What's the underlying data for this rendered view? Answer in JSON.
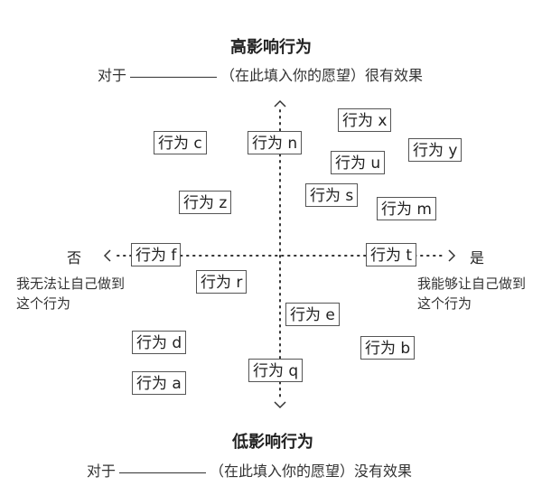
{
  "top": {
    "title": "高影响行为",
    "prefix": "对于",
    "suffix": "（在此填入你的愿望）很有效果"
  },
  "bottom": {
    "title": "低影响行为",
    "prefix": "对于",
    "suffix": "（在此填入你的愿望）没有效果"
  },
  "left": {
    "label": "否",
    "description": "我无法让自己做到这个行为"
  },
  "right": {
    "label": "是",
    "description": "我能够让自己做到这个行为"
  },
  "behaviors": {
    "c": "行为 c",
    "n": "行为 n",
    "x": "行为 x",
    "u": "行为 u",
    "y": "行为 y",
    "z": "行为 z",
    "s": "行为 s",
    "m": "行为 m",
    "f": "行为 f",
    "t": "行为 t",
    "r": "行为 r",
    "e": "行为 e",
    "d": "行为 d",
    "b": "行为 b",
    "a": "行为 a",
    "q": "行为 q"
  }
}
